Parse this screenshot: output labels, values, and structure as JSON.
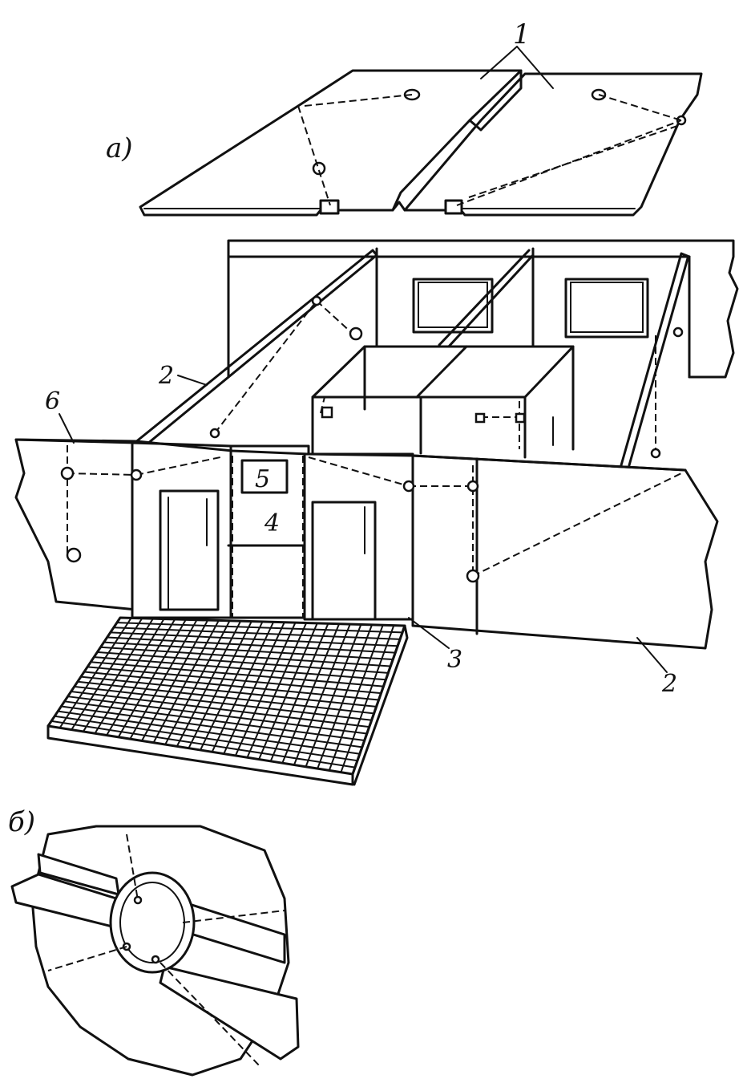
{
  "labels": {
    "part_a": "a)",
    "part_b": "б)",
    "n1": "1",
    "n2_top": "2",
    "n2_bottom": "2",
    "n3": "3",
    "n4": "4",
    "n5": "5",
    "n6": "6"
  }
}
